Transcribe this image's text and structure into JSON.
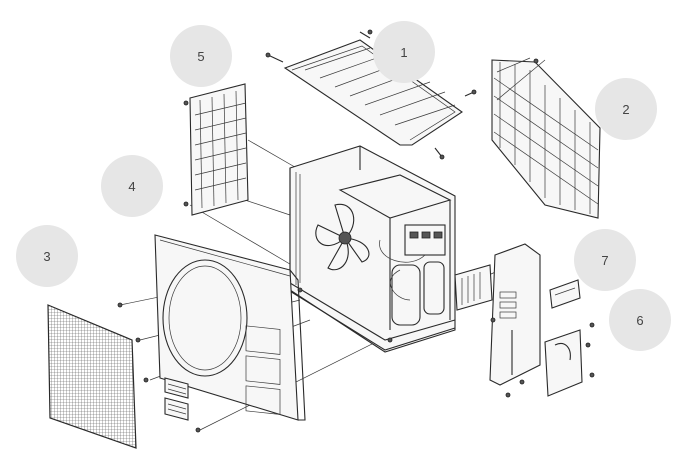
{
  "diagram": {
    "callouts": [
      {
        "id": "top-cover",
        "label": "1"
      },
      {
        "id": "rear-grille",
        "label": "2"
      },
      {
        "id": "front-grille",
        "label": "3"
      },
      {
        "id": "front-panel",
        "label": "4"
      },
      {
        "id": "side-grille",
        "label": "5"
      },
      {
        "id": "terminal-cover",
        "label": "6"
      },
      {
        "id": "valve-cover",
        "label": "7"
      }
    ]
  }
}
